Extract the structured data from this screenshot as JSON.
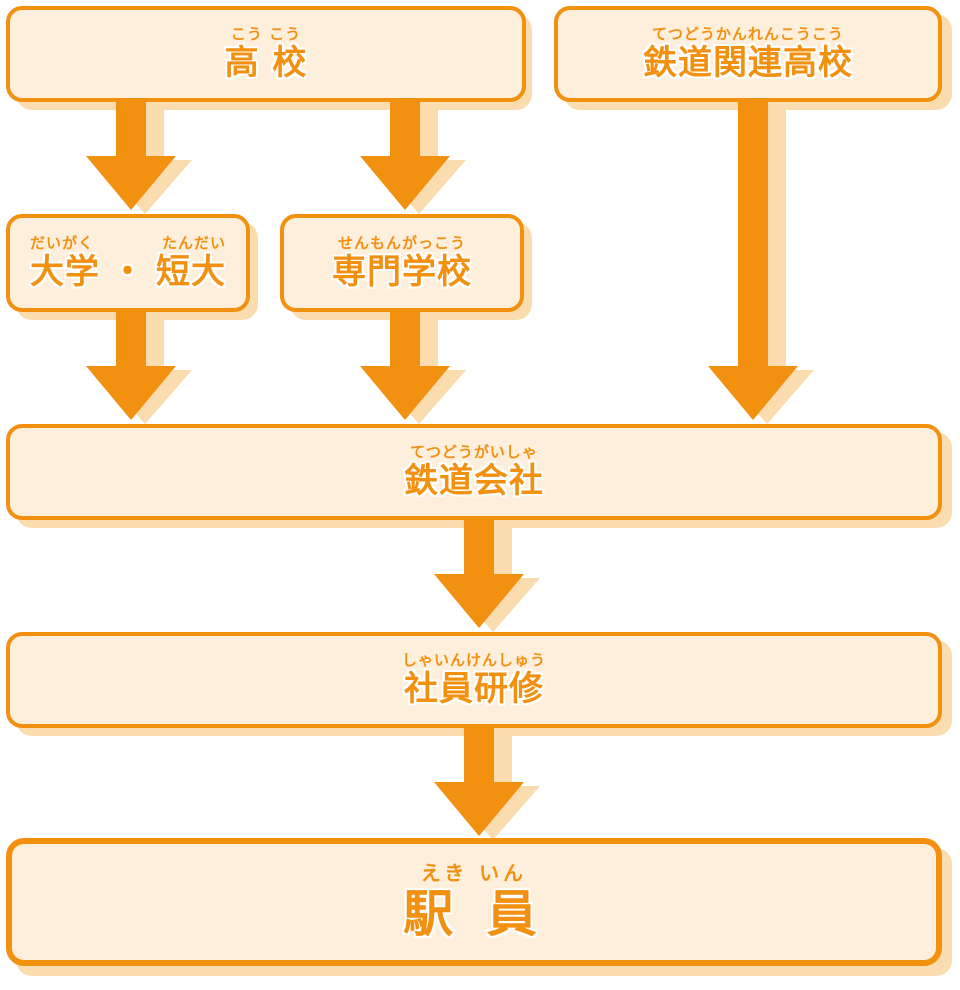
{
  "boxes": {
    "high_school": {
      "ruby": "こう こう",
      "label": "高 校"
    },
    "railway_high_school": {
      "ruby": "てつどうかんれんこうこう",
      "label": "鉄道関連高校"
    },
    "university": {
      "ruby_left": "だいがく",
      "ruby_right": "たんだい",
      "label_left": "大学",
      "label_mid": "・",
      "label_right": "短大"
    },
    "vocational_school": {
      "ruby": "せんもんがっこう",
      "label": "専門学校"
    },
    "railway_company": {
      "ruby": "てつどうがいしゃ",
      "label": "鉄道会社"
    },
    "training": {
      "ruby": "しゃいんけんしゅう",
      "label": "社員研修"
    },
    "station_staff": {
      "ruby": "えき いん",
      "label": "駅 員"
    }
  },
  "colors": {
    "accent": "#f29010",
    "fill": "#fdefdc",
    "shadow": "#fbdcae"
  }
}
